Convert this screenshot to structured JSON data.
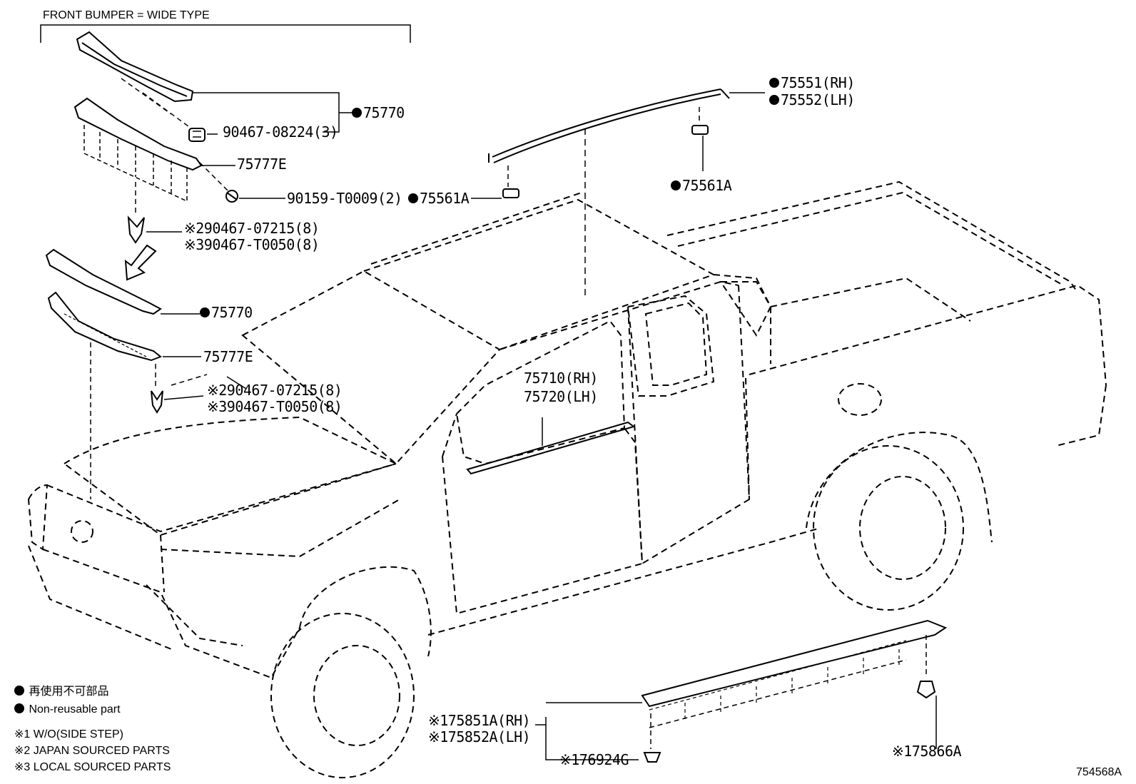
{
  "header": {
    "title": "FRONT BUMPER = WIDE TYPE"
  },
  "labels": {
    "p75770_a": "75770",
    "p90467_08224": "90467-08224(3)",
    "p75777e_a": "75777E",
    "p90159": "90159-T0009(2)",
    "p90467_07215_a": "※290467-07215(8)",
    "p90467_t0050_a": "※390467-T0050(8)",
    "p75770_b": "75770",
    "p75777e_b": "75777E",
    "p90467_07215_b": "※290467-07215(8)",
    "p90467_t0050_b": "※390467-T0050(8)",
    "p75551": "75551(RH)",
    "p75552": "75552(LH)",
    "p75561a_left": "75561A",
    "p75561a_right": "75561A",
    "p75710": "75710(RH)",
    "p75720": "75720(LH)",
    "p75851a": "※175851A(RH)",
    "p75852a": "※175852A(LH)",
    "p76924g": "※176924G",
    "p75866a": "※175866A"
  },
  "legend": {
    "non_reusable_jp": "再使用不可部品",
    "non_reusable_en": "Non-reusable part",
    "note1": "※1 W/O(SIDE STEP)",
    "note2": "※2 JAPAN SOURCED PARTS",
    "note3": "※3 LOCAL SOURCED PARTS"
  },
  "diagram_id": "754568A"
}
